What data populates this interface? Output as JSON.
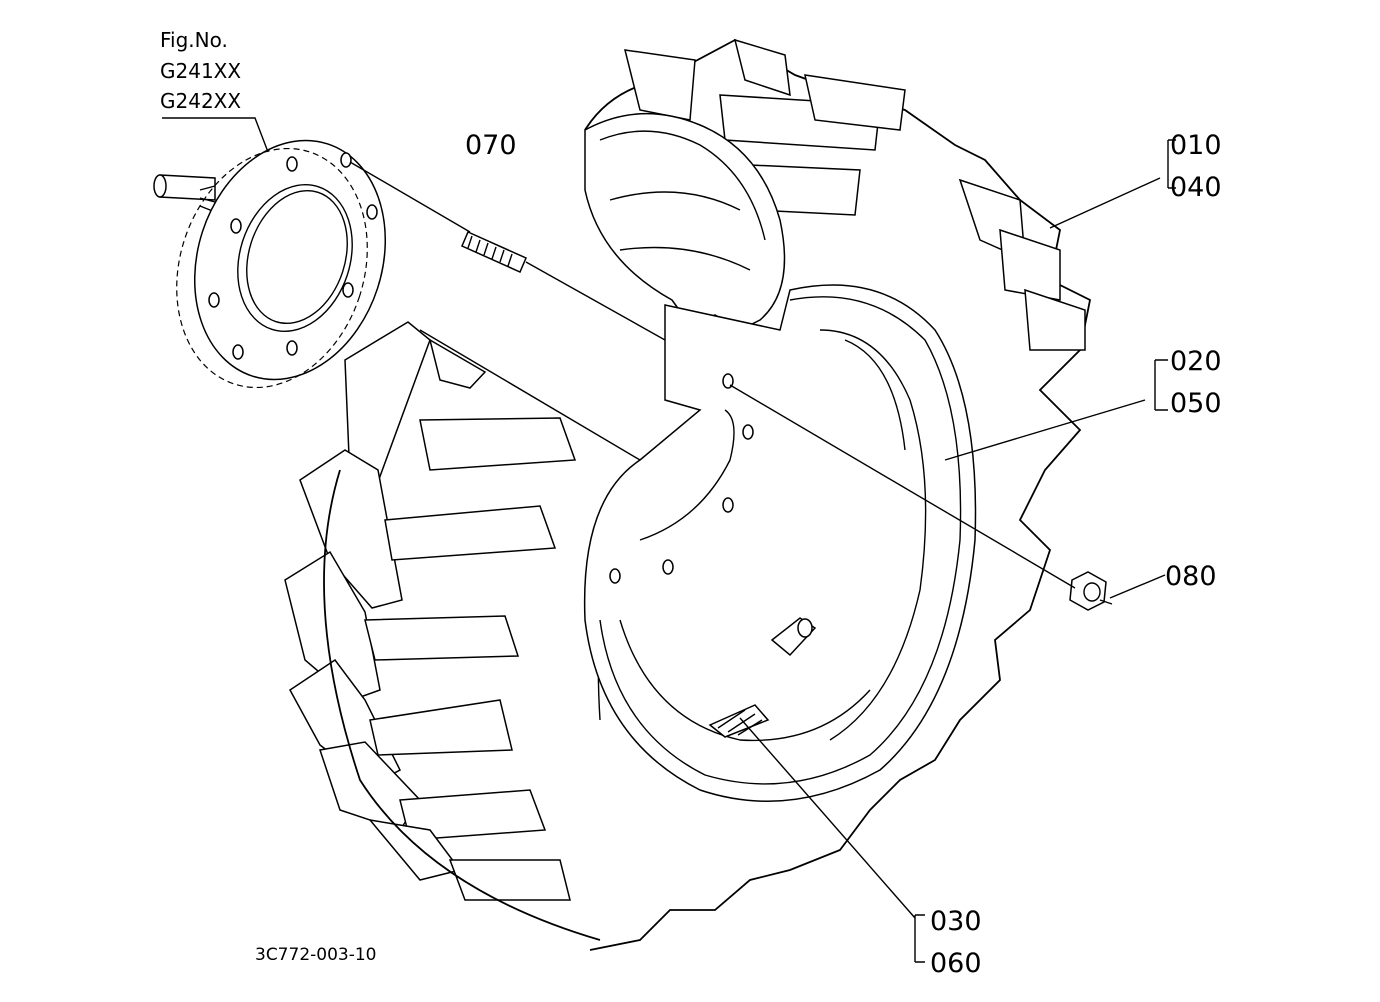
{
  "figure": {
    "fig_no_label": "Fig.No.",
    "fig_codes": [
      "G241XX",
      "G242XX"
    ],
    "drawing_code": "3C772-003-10"
  },
  "callouts": {
    "c010": "010",
    "c040": "040",
    "c020": "020",
    "c050": "050",
    "c030": "030",
    "c060": "060",
    "c070": "070",
    "c080": "080"
  }
}
